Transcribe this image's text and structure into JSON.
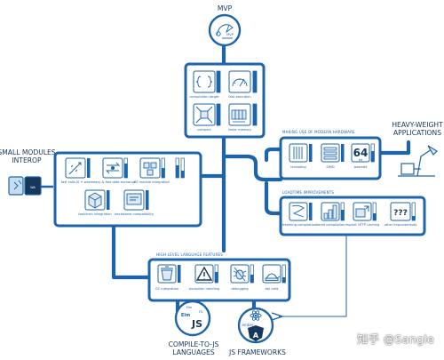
{
  "labels": {
    "mvp": "MVP",
    "small_modules_interop": [
      "SMALL MODULES",
      "INTEROP"
    ],
    "heavy_weight_applications": [
      "HEAVY-WEIGHT",
      "APPLICATIONS"
    ],
    "compile_to_js_languages": [
      "COMPILE-TO-JS",
      "LANGUAGES"
    ],
    "js_frameworks": "JS FRAMEWORKS"
  },
  "sections": {
    "modern_hardware": "MAKING USE OF MODERN HARDWARE",
    "loadtime": "LOADTIME IMPROVEMENTS",
    "high_level": "HIGH-LEVEL LANGUAGE FEATURES"
  },
  "cards": {
    "mvp": [
      "compilation target",
      "fast execution",
      "compact",
      "linear memory"
    ],
    "interop": [
      "fast calls JS ↔ wasm",
      "easy & fast data exchange",
      "ES module integration",
      "toolchain integration",
      "backwards compatibility"
    ],
    "hardware": [
      "threading",
      "SIMD",
      "wasm64"
    ],
    "loadtime": [
      "streaming compilation",
      "tiered compilation",
      "implicit HTTP caching",
      "other improvements"
    ],
    "high_level": [
      "GC integration",
      "exception handling",
      "debugging",
      "tail calls"
    ]
  },
  "glyphs": {
    "wasm64": "64",
    "wasm64_sub": "bit",
    "other": "???",
    "js": "JS",
    "elm": "Elm",
    "elm_small": "Elm",
    "ts": "TS",
    "framework_badge": "A",
    "ember": "ember",
    "wa": "WA"
  },
  "watermark": "知乎 @Sangle",
  "colors": {
    "primary": "#1d64a8",
    "dark": "#16365a",
    "card_fill": "#ffffff",
    "light_fill": "#dde8f3"
  },
  "icons": {
    "mvp": "pen-nib-icon",
    "small_modules": "puzzle-module-icon",
    "heavy": "desk-lamp-icon",
    "compile_to_js": "language-badges-icon",
    "js_frameworks": "framework-logos-icon"
  }
}
